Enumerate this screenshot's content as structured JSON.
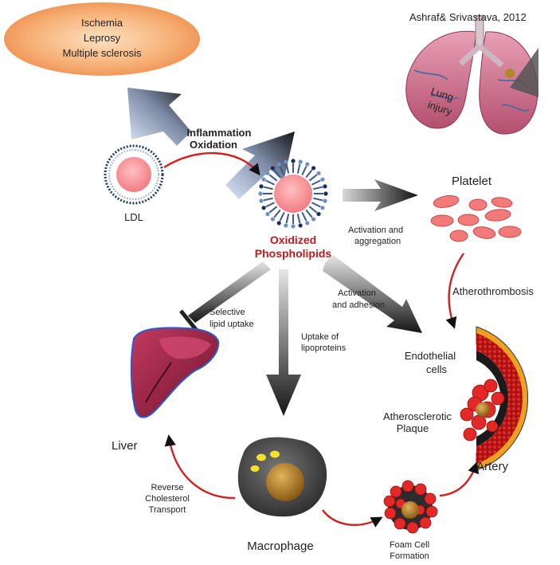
{
  "citation": "Ashraf& Srivastava, 2012",
  "diseases": [
    "Ischemia",
    "Leprosy",
    "Multiple sclerosis"
  ],
  "lung_label": [
    "Lung",
    "injury"
  ],
  "process_label": [
    "Inflammation",
    "Oxidation"
  ],
  "ldl_label": "LDL",
  "oxpl_label": [
    "Oxidized",
    "Phospholipids"
  ],
  "platelet_label": "Platelet",
  "activation_aggregation": [
    "Activation and",
    "aggregation"
  ],
  "activation_adhesion": [
    "Activation",
    "and adhesion"
  ],
  "atherothrombosis": "Atherothrombosis",
  "selective_uptake": [
    "Selective",
    "lipid uptake"
  ],
  "uptake_lipoproteins": [
    "Uptake of",
    "lipoproteins"
  ],
  "endothelial": [
    "Endothelial",
    "cells"
  ],
  "plaque": [
    "Atherosclerotic",
    "Plaque"
  ],
  "liver_label": "Liver",
  "artery_label": "Artery",
  "reverse_transport": [
    "Reverse",
    "Cholesterol",
    "Transport"
  ],
  "macrophage_label": "Macrophage",
  "foam_cell": [
    "Foam Cell",
    "Formation"
  ],
  "colors": {
    "red_arrow": "#d21f1f",
    "oxpl_text": "#c0191e",
    "disease_fill": "#f6a869",
    "ldl_core": "#f6848a",
    "liver": "#a8264a",
    "platelet": "#f27a7a"
  }
}
